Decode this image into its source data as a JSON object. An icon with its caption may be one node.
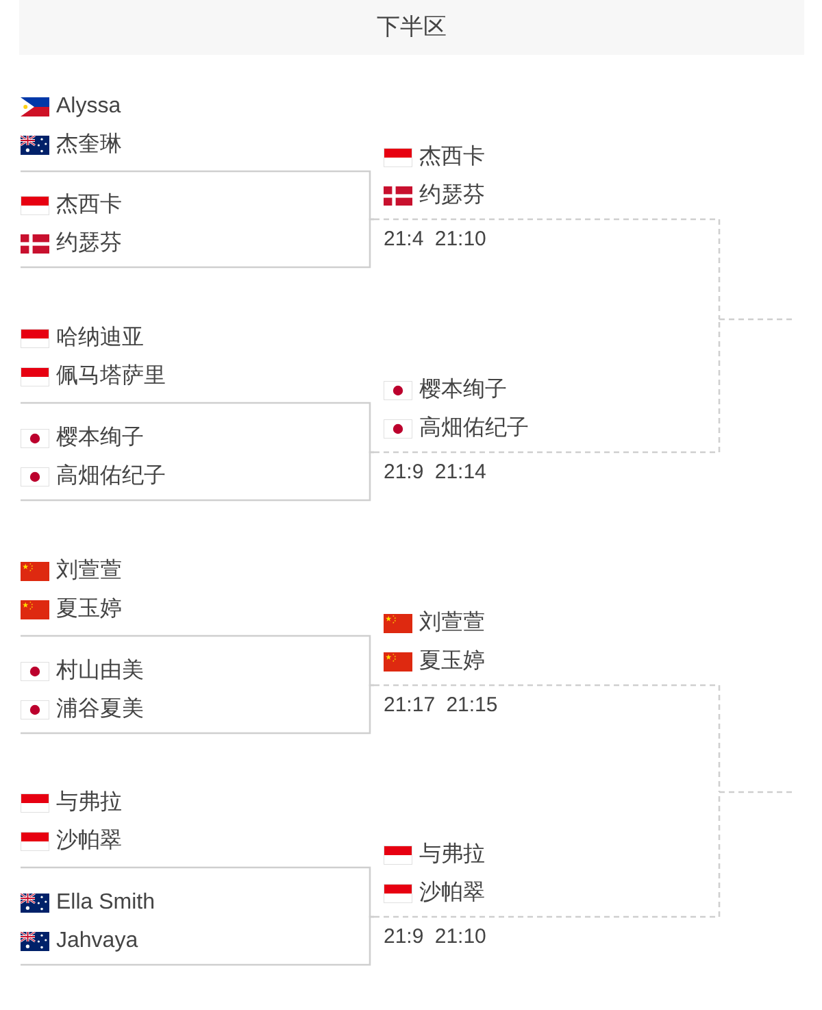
{
  "diagram": {
    "title": "下半区",
    "nodes": [
      {
        "text": [
          "Alyssa",
          "杰奎琳"
        ]
      },
      {
        "text": [
          "杰西卡",
          "约瑟芬"
        ]
      },
      {
        "text": [
          "哈纳迪亚",
          "佩马塔萨里"
        ]
      },
      {
        "text": [
          "樱本绚子",
          "高畑佑纪子"
        ]
      },
      {
        "text": [
          "杰西卡",
          "约瑟芬"
        ],
        "beside": [
          "21:4 21:10"
        ]
      },
      {
        "text": [
          "樱本绚子",
          "高畑佑纪子"
        ],
        "beside": [
          "21:9 21:14"
        ]
      },
      {
        "text": [
          "刘萱萱",
          "夏玉婷"
        ]
      },
      {
        "text": [
          "村山由美",
          "浦谷夏美"
        ]
      },
      {
        "text": [
          "与弗拉",
          "沙帕翠"
        ]
      },
      {
        "text": [
          "Ella Smith",
          "Jahvaya"
        ]
      },
      {
        "text": [
          "刘萱萱",
          "夏玉婷"
        ],
        "beside": [
          "21:17 21:15"
        ]
      },
      {
        "text": [
          "与弗拉",
          "沙帕翠"
        ],
        "beside": [
          "21:9 21:10"
        ]
      }
    ],
    "edges": [
      {
        "from": 0,
        "to": 4,
        "arrow": "none"
      },
      {
        "from": 1,
        "to": 4,
        "arrow": "none"
      },
      {
        "from": 2,
        "to": 5,
        "arrow": "none"
      },
      {
        "from": 3,
        "to": 5,
        "arrow": "none"
      },
      {
        "from": 4,
        "to": null,
        "arrow": "none",
        "style": "dashed"
      },
      {
        "from": 5,
        "to": null,
        "arrow": "none",
        "style": "dashed"
      },
      {
        "from": 6,
        "to": 10,
        "arrow": "none"
      },
      {
        "from": 7,
        "to": 10,
        "arrow": "none"
      },
      {
        "from": 8,
        "to": 11,
        "arrow": "none"
      },
      {
        "from": 9,
        "to": 11,
        "arrow": "none"
      },
      {
        "from": 10,
        "to": null,
        "arrow": "none",
        "style": "dashed"
      },
      {
        "from": 11,
        "to": null,
        "arrow": "none",
        "style": "dashed"
      }
    ]
  }
}
